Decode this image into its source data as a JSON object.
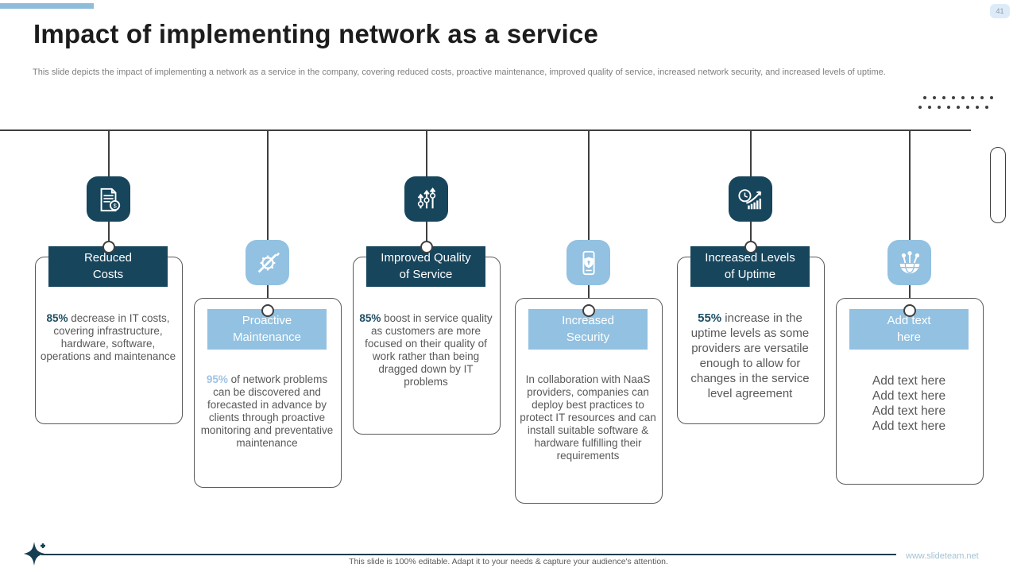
{
  "slide": {
    "page_number": "41",
    "title": "Impact of implementing network as a service",
    "subtitle": "This slide depicts the impact of implementing a network as a service in the company, covering reduced costs, proactive maintenance, improved quality of service, increased network security, and increased levels of uptime.",
    "footer_note": "This slide is 100% editable. Adapt it to your needs & capture your audience's attention.",
    "website": "www.slideteam.net"
  },
  "colors": {
    "dark_teal": "#17455C",
    "light_blue": "#92C1E1",
    "accent_bar": "#8FBCDB",
    "stat_dark": "#1E4D63",
    "stat_light": "#9DC3E6",
    "body_text": "#595959",
    "line": "#3F3F3F"
  },
  "columns": [
    {
      "id": "reduced-costs",
      "theme": "dark",
      "icon": "invoice-money-icon",
      "header_line1": "Reduced",
      "header_line2": "Costs",
      "stat": "85%",
      "body": " decrease in IT costs, covering infrastructure, hardware, software, operations and maintenance"
    },
    {
      "id": "proactive-maintenance",
      "theme": "light",
      "icon": "gear-pencil-icon",
      "header_line1": "Proactive",
      "header_line2": "Maintenance",
      "stat": "95%",
      "body": " of network problems can be discovered and forecasted in advance by clients through proactive monitoring and preventative maintenance"
    },
    {
      "id": "improved-quality-of-service",
      "theme": "dark",
      "icon": "growth-arrows-icon",
      "header_line1": "Improved Quality",
      "header_line2": "of Service",
      "stat": "85%",
      "body": " boost in service quality as customers are more focused on their quality of work rather than being dragged down by IT problems"
    },
    {
      "id": "increased-security",
      "theme": "light",
      "icon": "mobile-security-icon",
      "header_line1": "Increased",
      "header_line2": "Security",
      "stat": "",
      "body": "In collaboration with NaaS providers, companies can deploy best practices to protect IT resources and can install suitable software & hardware fulfilling their requirements"
    },
    {
      "id": "increased-levels-of-uptime",
      "theme": "dark",
      "icon": "uptime-clock-chart-icon",
      "header_line1": "Increased Levels",
      "header_line2": "of Uptime",
      "stat": "55%",
      "body": " increase in the uptime levels as some providers are versatile enough to allow for changes in the service level agreement"
    },
    {
      "id": "add-text-placeholder",
      "theme": "light",
      "icon": "network-globe-icon",
      "header_line1": "Add text",
      "header_line2": "here",
      "stat": "",
      "body": "",
      "lines": [
        "Add text here",
        "Add text here",
        "Add text here",
        "Add text here"
      ]
    }
  ]
}
